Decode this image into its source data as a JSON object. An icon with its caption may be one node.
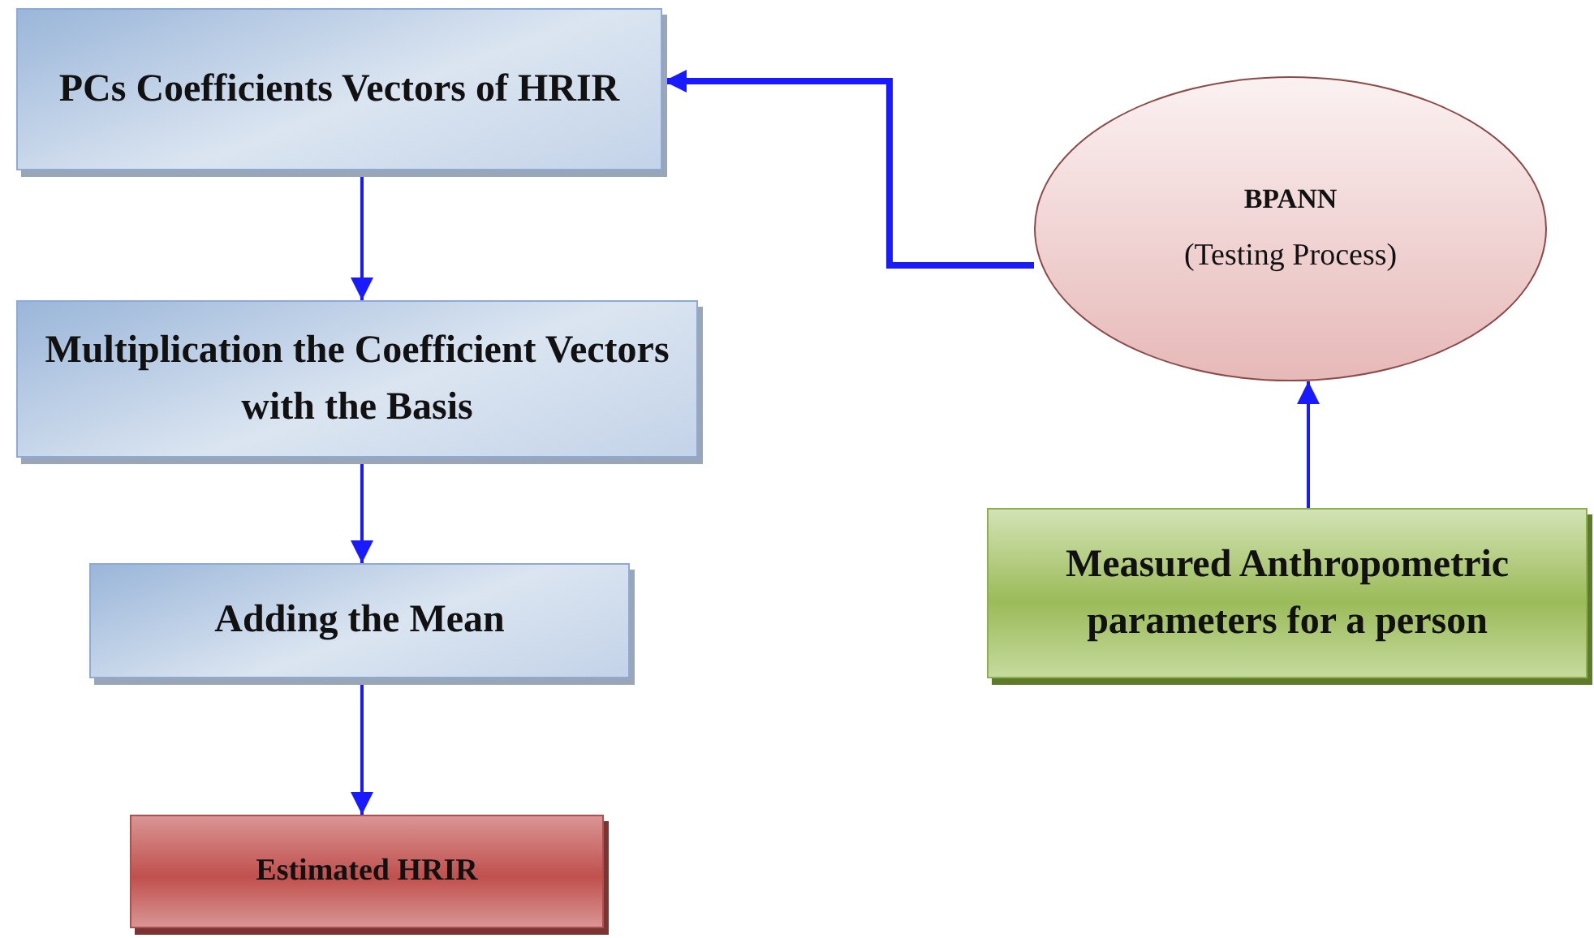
{
  "diagram": {
    "nodes": [
      {
        "text": [
          "PCs Coefficients Vectors of HRIR"
        ]
      },
      {
        "text": [
          "Multiplication the Coefficient Vectors with the Basis"
        ]
      },
      {
        "text": [
          "Adding the Mean"
        ]
      },
      {
        "text": [
          "Estimated  HRIR"
        ]
      },
      {
        "text": [
          "BPANN",
          "(Testing Process)"
        ]
      },
      {
        "text": [
          "Measured Anthropometric parameters for a person"
        ]
      }
    ],
    "edges": [
      {
        "from": 0,
        "to": 1,
        "arrow": "to"
      },
      {
        "from": 1,
        "to": 2,
        "arrow": "to"
      },
      {
        "from": 2,
        "to": 3,
        "arrow": "to"
      },
      {
        "from": 5,
        "to": 4,
        "arrow": "to"
      },
      {
        "from": 4,
        "to": 0,
        "arrow": "to",
        "style": "thick"
      }
    ]
  }
}
